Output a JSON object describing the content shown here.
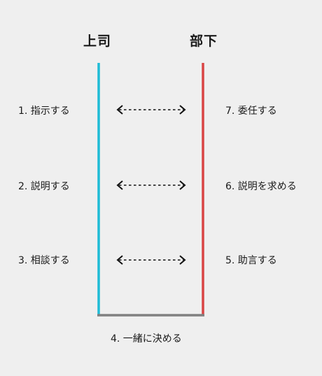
{
  "headers": {
    "left": "上司",
    "right": "部下"
  },
  "left_steps": [
    "1. 指示する",
    "2. 説明する",
    "3. 相談する"
  ],
  "right_steps": [
    "7. 委任する",
    "6. 説明を求める",
    "5. 助言する"
  ],
  "bottom_step": "4. 一緒に決める",
  "colors": {
    "left_line": "#1fbcd6",
    "right_line": "#d94545",
    "bottom_line": "#808080",
    "arrow": "#111111"
  }
}
